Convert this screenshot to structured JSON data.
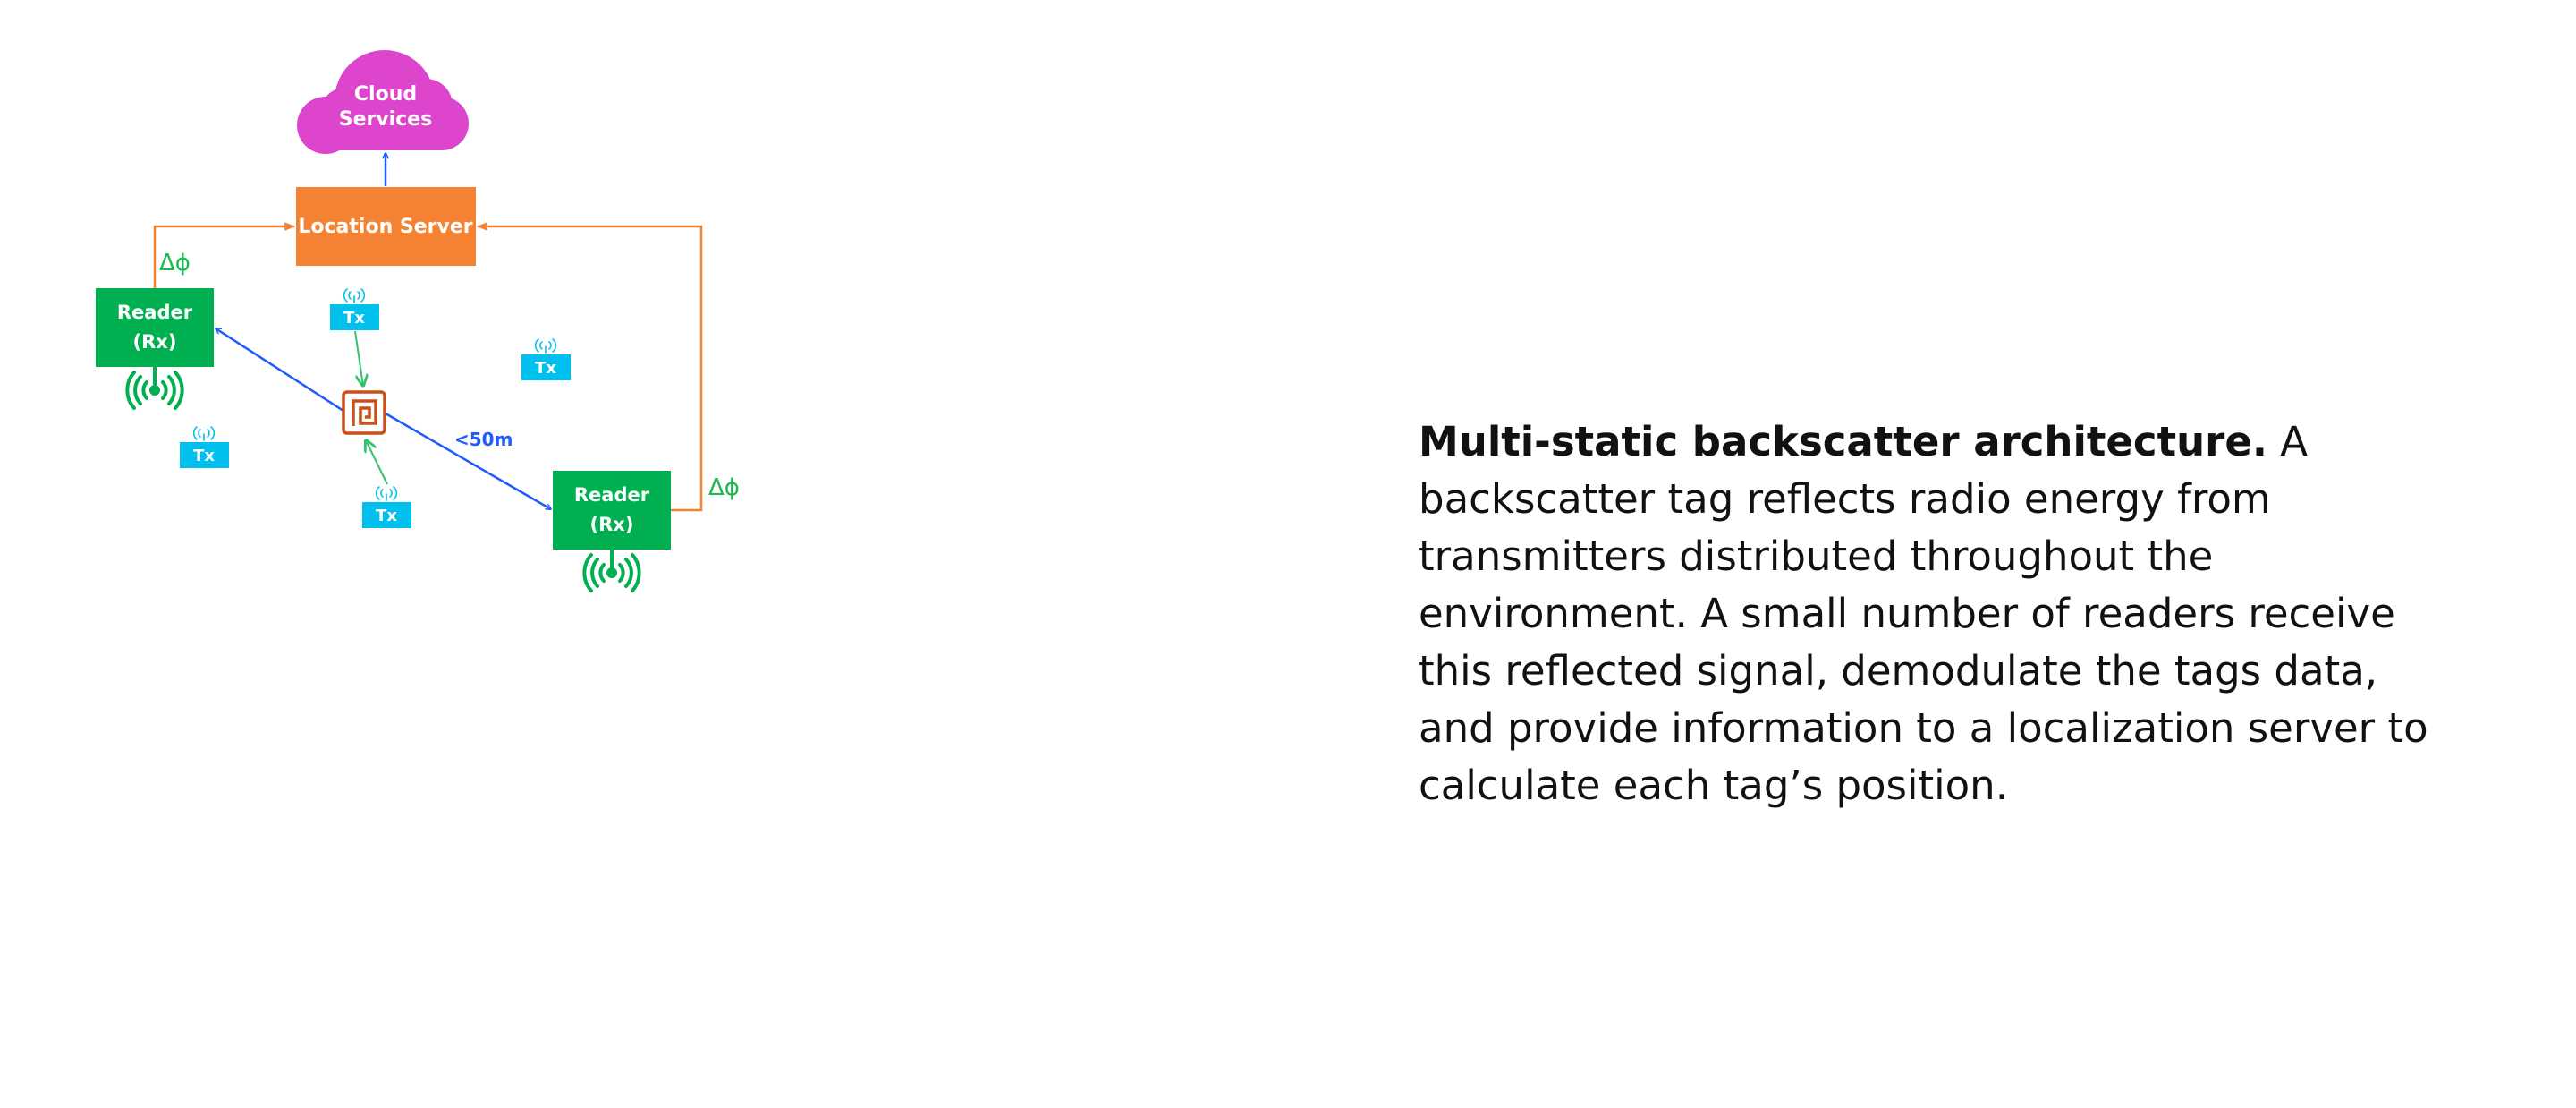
{
  "diagram": {
    "cloud_line1": "Cloud",
    "cloud_line2": "Services",
    "server": "Location Server",
    "reader_left_line1": "Reader",
    "reader_left_line2": "(Rx)",
    "reader_right_line1": "Reader",
    "reader_right_line2": "(Rx)",
    "tx_label": "Tx",
    "delta_phi_left": "Δϕ",
    "delta_phi_right": "Δϕ",
    "distance": "<50m"
  },
  "caption": {
    "title": "Multi-static backscatter architecture.",
    "body": " A backscatter tag reflects radio energy from transmitters distributed throughout the environment. A small number of readers receive this reflected signal, demodulate the tags data, and provide information to a localization server to calculate each tag’s position."
  },
  "colors": {
    "cloud": "#dc45cc",
    "server": "#f58232",
    "reader": "#00b050",
    "tx": "#00c0ee",
    "tag": "#c8511a",
    "blue_arrow": "#1f5bff",
    "green_arrow": "#2fc56a",
    "orange_line": "#f58232"
  },
  "icons": [
    "cloud-icon",
    "rfid-tag-icon",
    "antenna-icon",
    "broadcast-icon"
  ]
}
